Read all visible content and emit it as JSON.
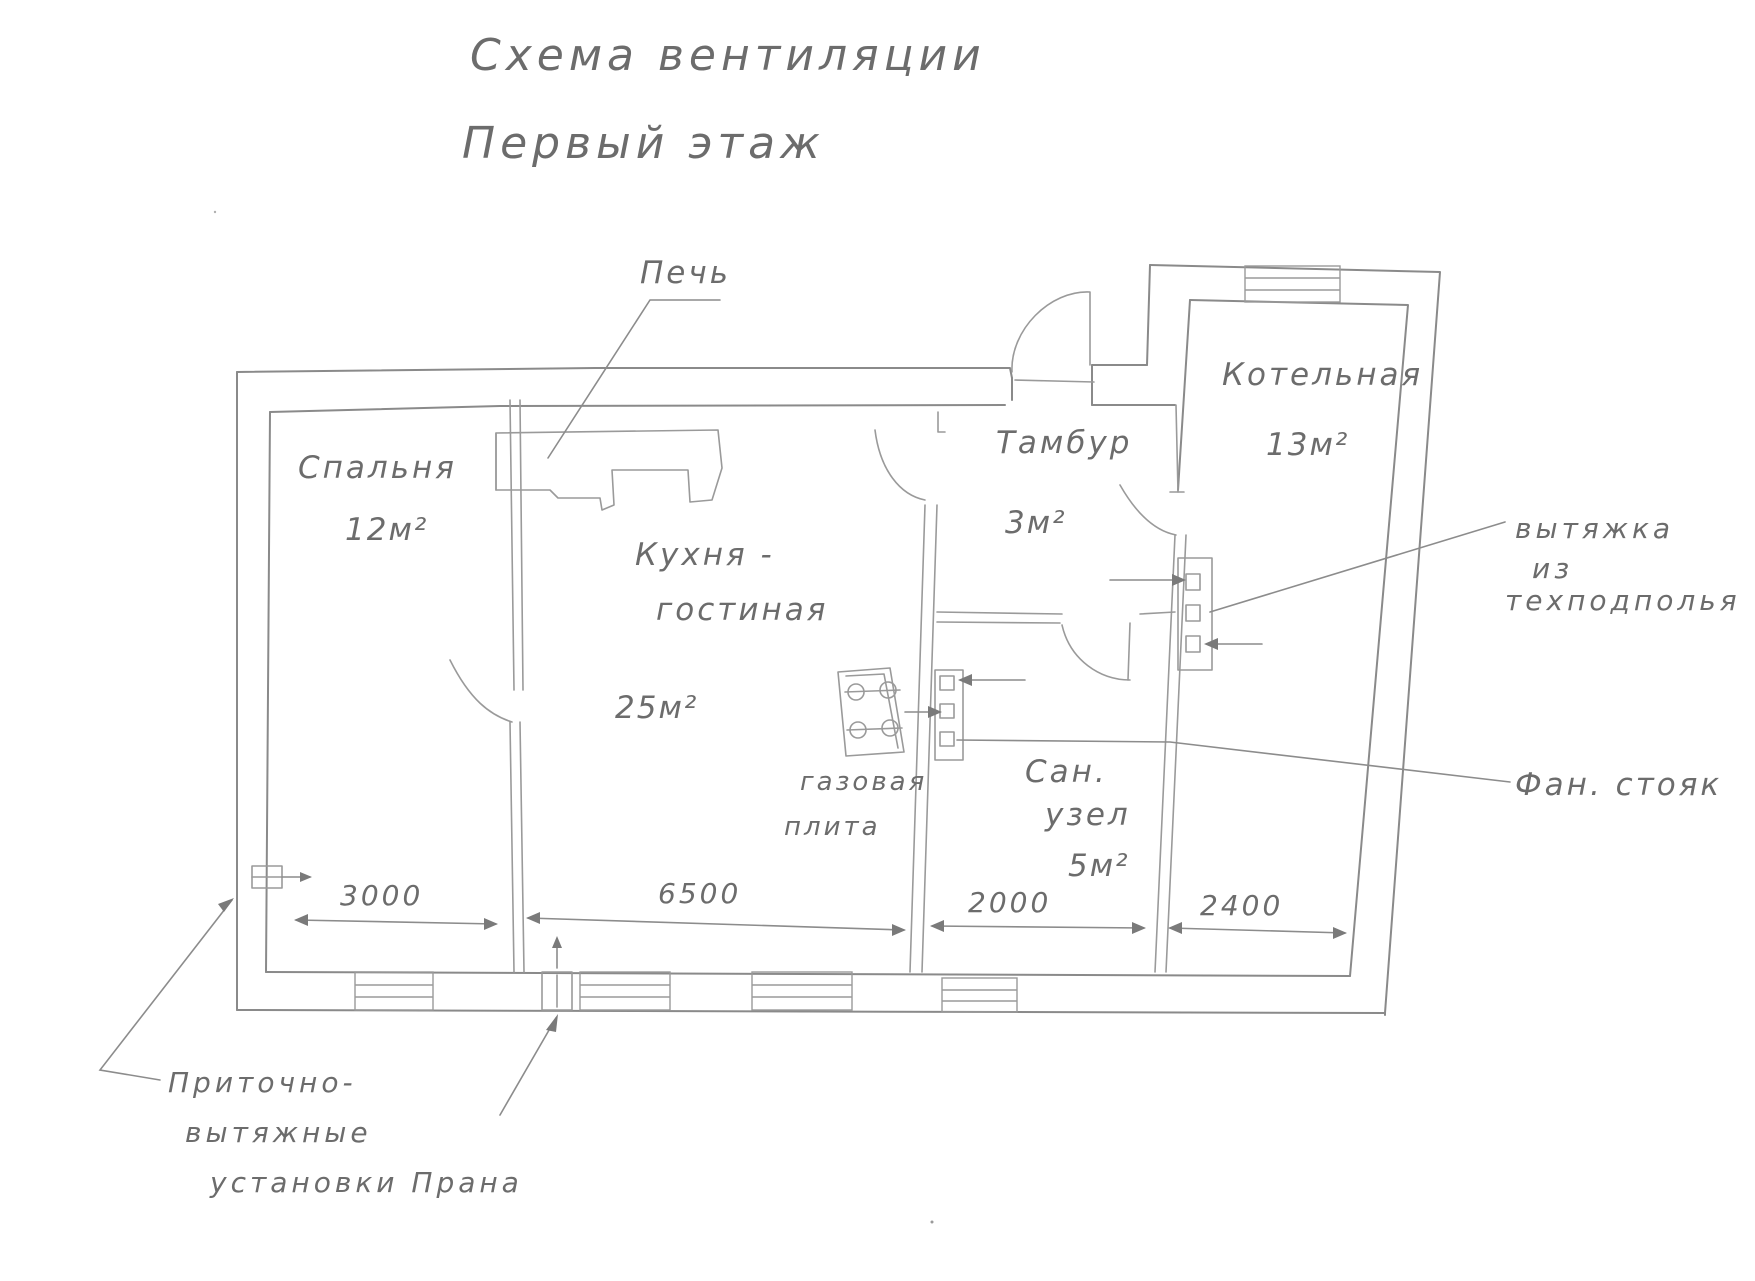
{
  "title": {
    "line1": "Схема вентиляции",
    "line2": "Первый этаж"
  },
  "rooms": {
    "bedroom": {
      "name": "Спальня",
      "area": "12м²"
    },
    "kitchen": {
      "name_line1": "Кухня -",
      "name_line2": "гостиная",
      "area": "25м²"
    },
    "vestibule": {
      "name": "Тамбур",
      "area": "3м²"
    },
    "boiler": {
      "name": "Котельная",
      "area": "13м²"
    },
    "bathroom": {
      "name_line1": "Сан.",
      "name_line2": "узел",
      "area": "5м²"
    }
  },
  "callouts": {
    "stove": "Печь",
    "gas_stove_line1": "газовая",
    "gas_stove_line2": "плита",
    "exhaust_line1": "вытяжка",
    "exhaust_line2": "из",
    "exhaust_line3": "техподполья",
    "fan_riser": "Фан. стояк",
    "prana_line1": "Приточно-",
    "prana_line2": "вытяжные",
    "prana_line3": "установки Прана"
  },
  "dimensions": {
    "bedroom_width": "3000",
    "kitchen_width": "6500",
    "bathroom_width": "2000",
    "boiler_width": "2400"
  },
  "colors": {
    "pencil": "#8a8a8a",
    "paper": "#ffffff"
  }
}
